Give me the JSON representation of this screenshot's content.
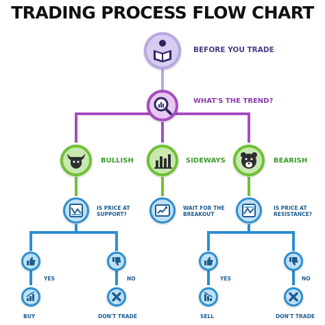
{
  "title": "TRADING PROCESS FLOW CHART",
  "nodes": {
    "before": "BEFORE YOU TRADE",
    "trend": "WHAT'S THE TREND?",
    "bullish": "BULLISH",
    "sideways": "SIDEWAYS",
    "bearish": "BEARISH",
    "support_q": [
      "IS PRICE AT",
      "SUPPORT?"
    ],
    "breakout": [
      "WAIT FOR THE",
      "BREAKOUT"
    ],
    "resistance_q": [
      "IS PRICE AT",
      "RESISTANCE?"
    ],
    "yes": "YES",
    "no": "NO",
    "buy": "BUY",
    "dont_trade": "DON'T TRADE",
    "sell": "SELL"
  },
  "colors": {
    "lavender": "#b9a7e0",
    "lavender_dark": "#4b3a86",
    "purple": "#a64bc0",
    "purple_text": "#8b3ba8",
    "green": "#6ec232",
    "green_text": "#3e9a2e",
    "blue": "#2a8fd0",
    "blue_text": "#1d5d8f",
    "title": "#111111"
  },
  "icons": [
    "reading-person-icon",
    "magnifier-chart-icon",
    "bull-icon",
    "bar-chart-icon",
    "bear-icon",
    "support-chart-icon",
    "breakout-chart-icon",
    "resistance-chart-icon",
    "thumbs-up-icon",
    "thumbs-down-icon",
    "buy-chart-icon",
    "x-mark-icon",
    "sell-chart-icon"
  ]
}
